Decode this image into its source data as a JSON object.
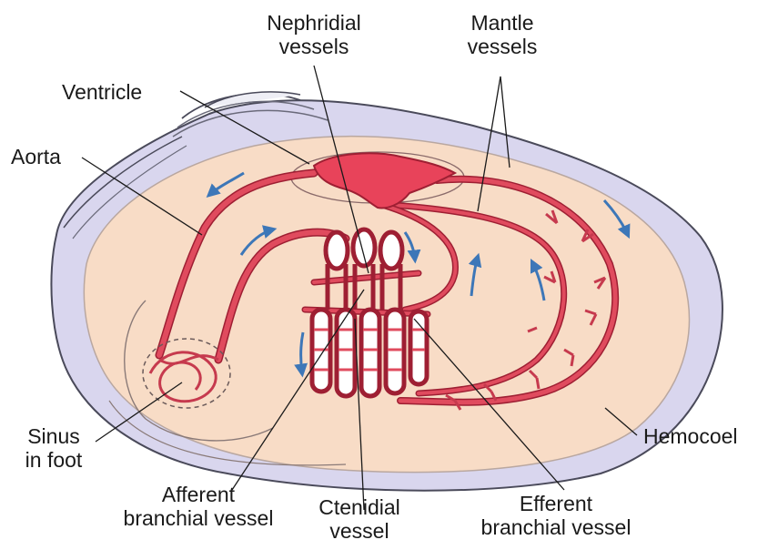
{
  "labels": {
    "nephridial_1": "Nephridial",
    "nephridial_2": "vessels",
    "mantle_1": "Mantle",
    "mantle_2": "vessels",
    "ventricle": "Ventricle",
    "aorta": "Aorta",
    "sinus_1": "Sinus",
    "sinus_2": "in foot",
    "afferent_1": "Afferent",
    "afferent_2": "branchial vessel",
    "ctenidial_1": "Ctenidial",
    "ctenidial_2": "vessel",
    "efferent_1": "Efferent",
    "efferent_2": "branchial vessel",
    "hemocoel": "Hemocoel"
  },
  "colors": {
    "vessel": "#e04b5e",
    "vessel_outline": "#9e1f33",
    "heart": "#e8435a",
    "body": "#f8dcc6",
    "mantle_rim": "#d9d6ee",
    "shell": "#cfcbe0",
    "shell_edge": "#4a4a5a",
    "arrow": "#3d77b8",
    "text": "#1a1a1a"
  }
}
